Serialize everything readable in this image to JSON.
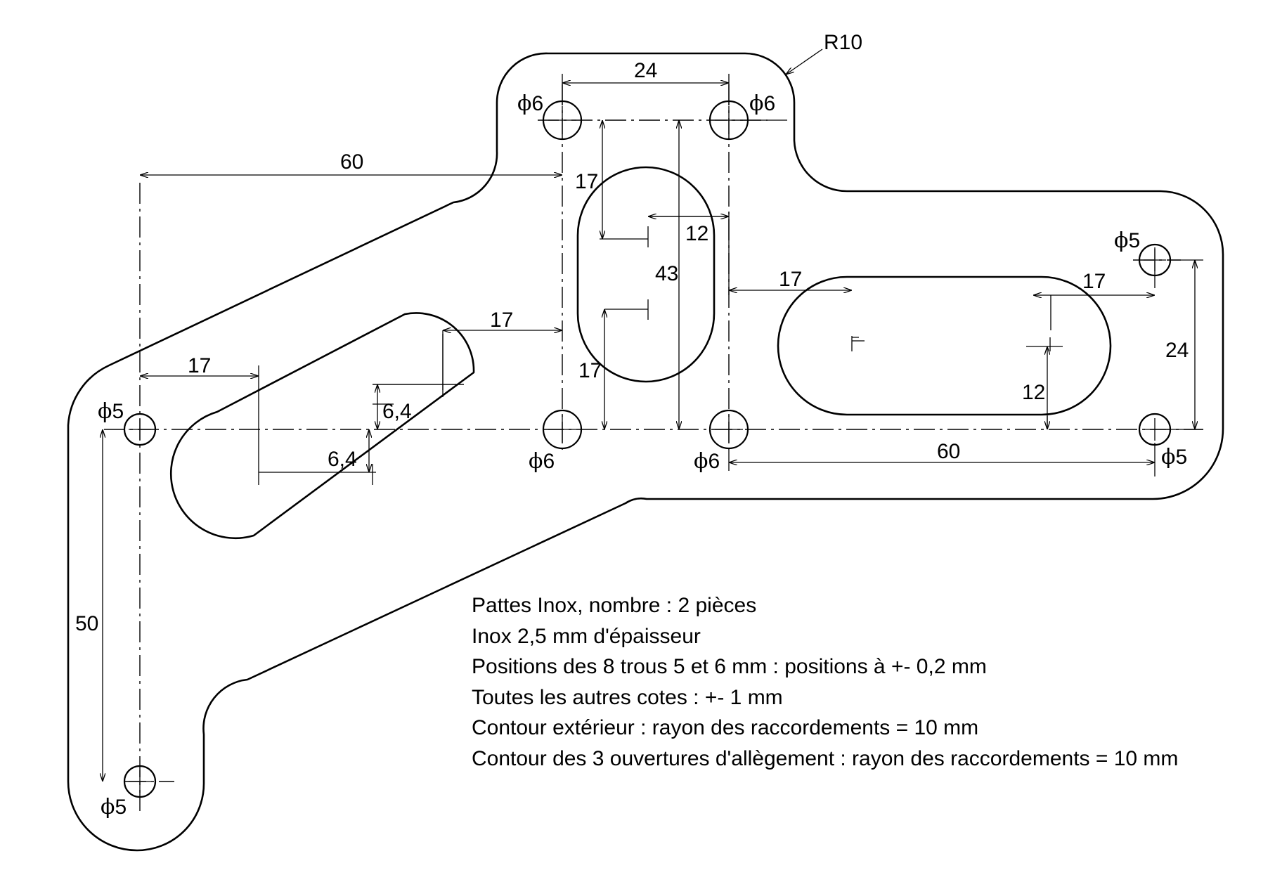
{
  "labels": {
    "radius": "R10",
    "d24_top": "24",
    "d60_top": "60",
    "d17_vslot_top": "17",
    "d12_vslot": "12",
    "d43": "43",
    "d17_vslot_bottom": "17",
    "d17_hslot_left": "17",
    "d17_hslot_right": "17",
    "d24_right": "24",
    "d12_hslot": "12",
    "d60_bottom": "60",
    "d17_diag_left": "17",
    "d17_diag_right": "17",
    "d64_upper": "6,4",
    "d64_lower": "6,4",
    "d50": "50"
  },
  "holes": [
    {
      "id": "top-left",
      "symbol": "ϕ",
      "size": "6"
    },
    {
      "id": "top-right",
      "symbol": "ϕ",
      "size": "6"
    },
    {
      "id": "mid-left",
      "symbol": "ϕ",
      "size": "6"
    },
    {
      "id": "mid-right",
      "symbol": "ϕ",
      "size": "6"
    },
    {
      "id": "left",
      "symbol": "ϕ",
      "size": "5"
    },
    {
      "id": "bottom-left",
      "symbol": "ϕ",
      "size": "5"
    },
    {
      "id": "right-top",
      "symbol": "ϕ",
      "size": "5"
    },
    {
      "id": "right-bottom",
      "symbol": "ϕ",
      "size": "5"
    }
  ],
  "notes": [
    "Pattes Inox, nombre : 2 pièces",
    "Inox 2,5 mm d'épaisseur",
    "Positions des 8 trous 5 et 6 mm : positions à +- 0,2 mm",
    "Toutes les autres cotes : +- 1 mm",
    "Contour extérieur : rayon des raccordements = 10 mm",
    "Contour des 3 ouvertures d'allègement : rayon des raccordements = 10 mm"
  ]
}
